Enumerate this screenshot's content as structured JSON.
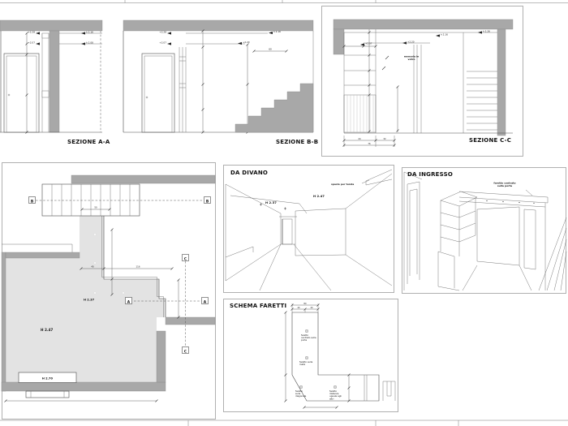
{
  "sheet": {
    "sections": {
      "aa": {
        "title": "SEZIONE A-A",
        "levels_left": [
          "+2.28",
          "+2.07"
        ],
        "levels_right": [
          "h 2.16",
          "h 2.08"
        ]
      },
      "bb": {
        "title": "SEZIONE B-B",
        "levels_left": [
          "+2.28",
          "+2.07"
        ],
        "level_mid": "+2.20",
        "level_right": "h 2.16",
        "dim_right": "60"
      },
      "cc": {
        "title": "SEZIONE C-C",
        "note": "mensola in\nvetro",
        "levels": [
          "+2.07",
          "+2.20",
          "h 2.16",
          "h 2.26"
        ],
        "dims_bottom": [
          "44",
          "32",
          "76"
        ]
      }
    },
    "plan": {
      "h_room": "H 2.47",
      "h_corridor": "H 2.37",
      "h_niche": "H 2.70",
      "marker_a": "A",
      "marker_b": "B",
      "marker_c": "C",
      "dims": {
        "stairs": "50",
        "corridor_a": "40",
        "corridor_b": "116"
      }
    },
    "views": {
      "divano": {
        "title": "DA DIVANO",
        "h_low": "H 2.37",
        "h_high": "H 2.47",
        "note": "spazio per tenda"
      },
      "ingresso": {
        "title": "DA INGRESSO",
        "note": "faretto centrato\nsulla porta"
      }
    },
    "faretti": {
      "title": "SCHEMA FARETTI",
      "dims": {
        "top_total": "80",
        "top_a": "40",
        "top_b": "40"
      },
      "lights": [
        {
          "label": "faretto\ncentrato sulla\nporta"
        },
        {
          "label": "faretto sulla\nmetà"
        },
        {
          "label": "faretto\nsulla\ndiagonale"
        },
        {
          "label": "faretto\ndistanza\nuguale agli\naltri"
        }
      ]
    }
  },
  "colors": {
    "wall": "#a8a8a8",
    "floor": "#e3e3e3",
    "line": "#4a4a4a"
  }
}
